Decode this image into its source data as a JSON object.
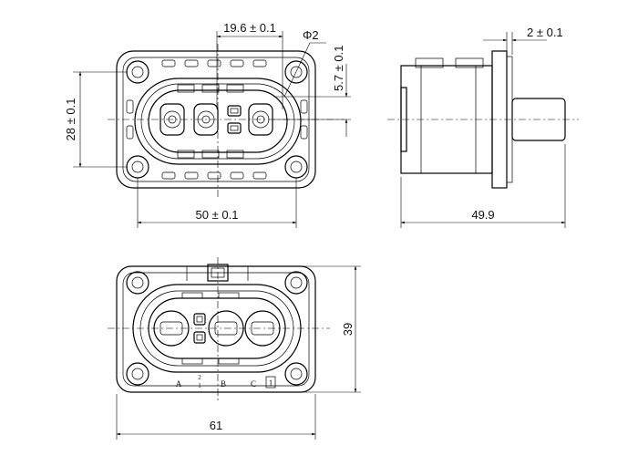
{
  "dimensions": {
    "pin_pitch": "19.6 ± 0.1",
    "hole_diameter": "Φ2",
    "pin_height": "5.7 ± 0.1",
    "flange_thickness": "2 ± 0.1",
    "hole_vertical_spacing": "28 ± 0.1",
    "hole_horizontal_spacing": "50 ± 0.1",
    "side_length": "49.9",
    "front_height": "39",
    "front_width": "61"
  },
  "pin_labels": {
    "a": "A",
    "aux_top": "2",
    "aux_bottom": "1",
    "b": "B",
    "c": "C",
    "marker": "1"
  }
}
